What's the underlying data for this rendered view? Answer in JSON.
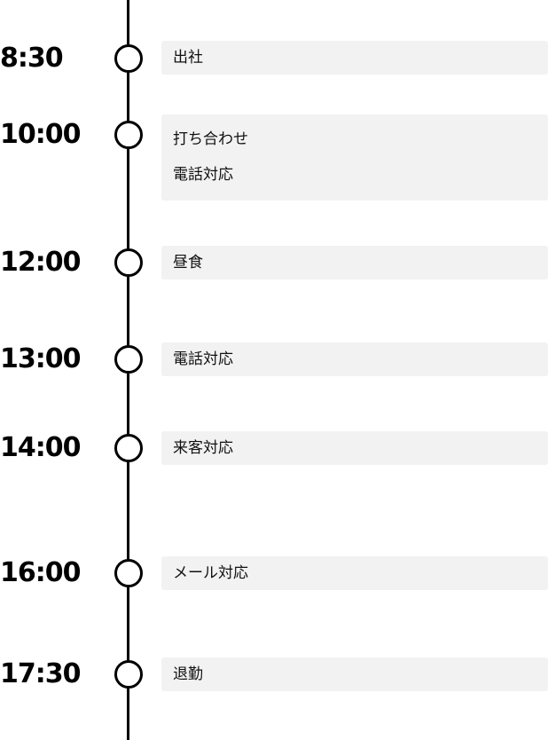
{
  "schedule": [
    {
      "time": "8:30",
      "tasks": [
        "出社"
      ]
    },
    {
      "time": "10:00",
      "tasks": [
        "打ち合わせ",
        "電話対応"
      ]
    },
    {
      "time": "12:00",
      "tasks": [
        "昼食"
      ]
    },
    {
      "time": "13:00",
      "tasks": [
        "電話対応"
      ]
    },
    {
      "time": "14:00",
      "tasks": [
        "来客対応"
      ]
    },
    {
      "time": "16:00",
      "tasks": [
        "メール対応"
      ]
    },
    {
      "time": "17:30",
      "tasks": [
        "退勤"
      ]
    }
  ]
}
